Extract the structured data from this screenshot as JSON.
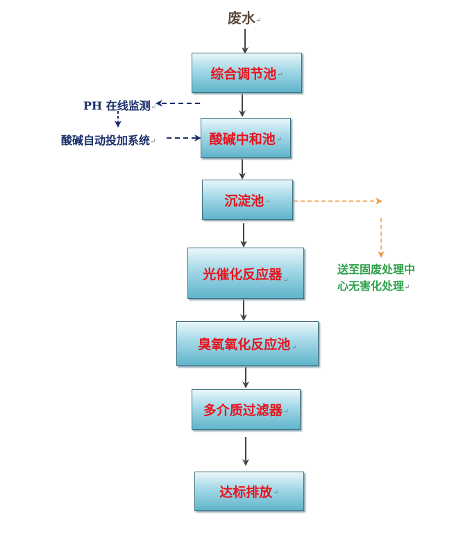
{
  "source": "废水",
  "para_mark": "↵",
  "stages": [
    "综合调节池",
    "酸碱中和池",
    "沉淀池",
    "光催化反应器",
    "臭氧氧化反应池",
    "多介质过滤器",
    "达标排放"
  ],
  "monitor": "PH 在线监测",
  "dosing": "酸碱自动投加系统",
  "solid_waste": {
    "line1": "送至固废处理中",
    "line2": "心无害化处理"
  },
  "colors": {
    "box_text": "#e8141e",
    "flow_arrow": "#444444",
    "control_arrow": "#1a2f6b",
    "sludge_arrow": "#f39a4a",
    "side_text": "#1a2f6b",
    "solid_text": "#2ca14a"
  }
}
